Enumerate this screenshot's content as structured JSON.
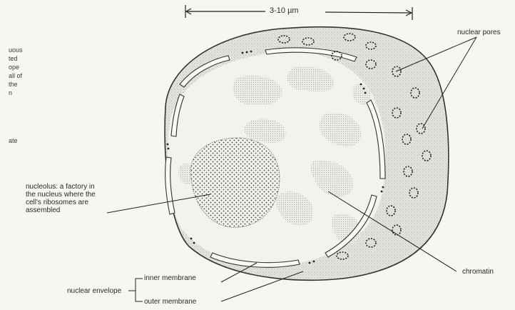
{
  "scale_label": "3-10 µm",
  "labels": {
    "nuclear_pores": "nuclear pores",
    "nucleolus": [
      "nucleolus:  a factory in",
      "the nucleus where the",
      "cell's ribosomes are",
      "assembled"
    ],
    "chromatin": "chromatin",
    "nuclear_envelope": "nuclear envelope",
    "inner_membrane": "inner membrane",
    "outer_membrane": "outer membrane"
  },
  "cut_text": [
    "uous",
    "ted",
    "ope",
    "all of",
    "the",
    "n",
    "",
    "",
    "ate"
  ]
}
